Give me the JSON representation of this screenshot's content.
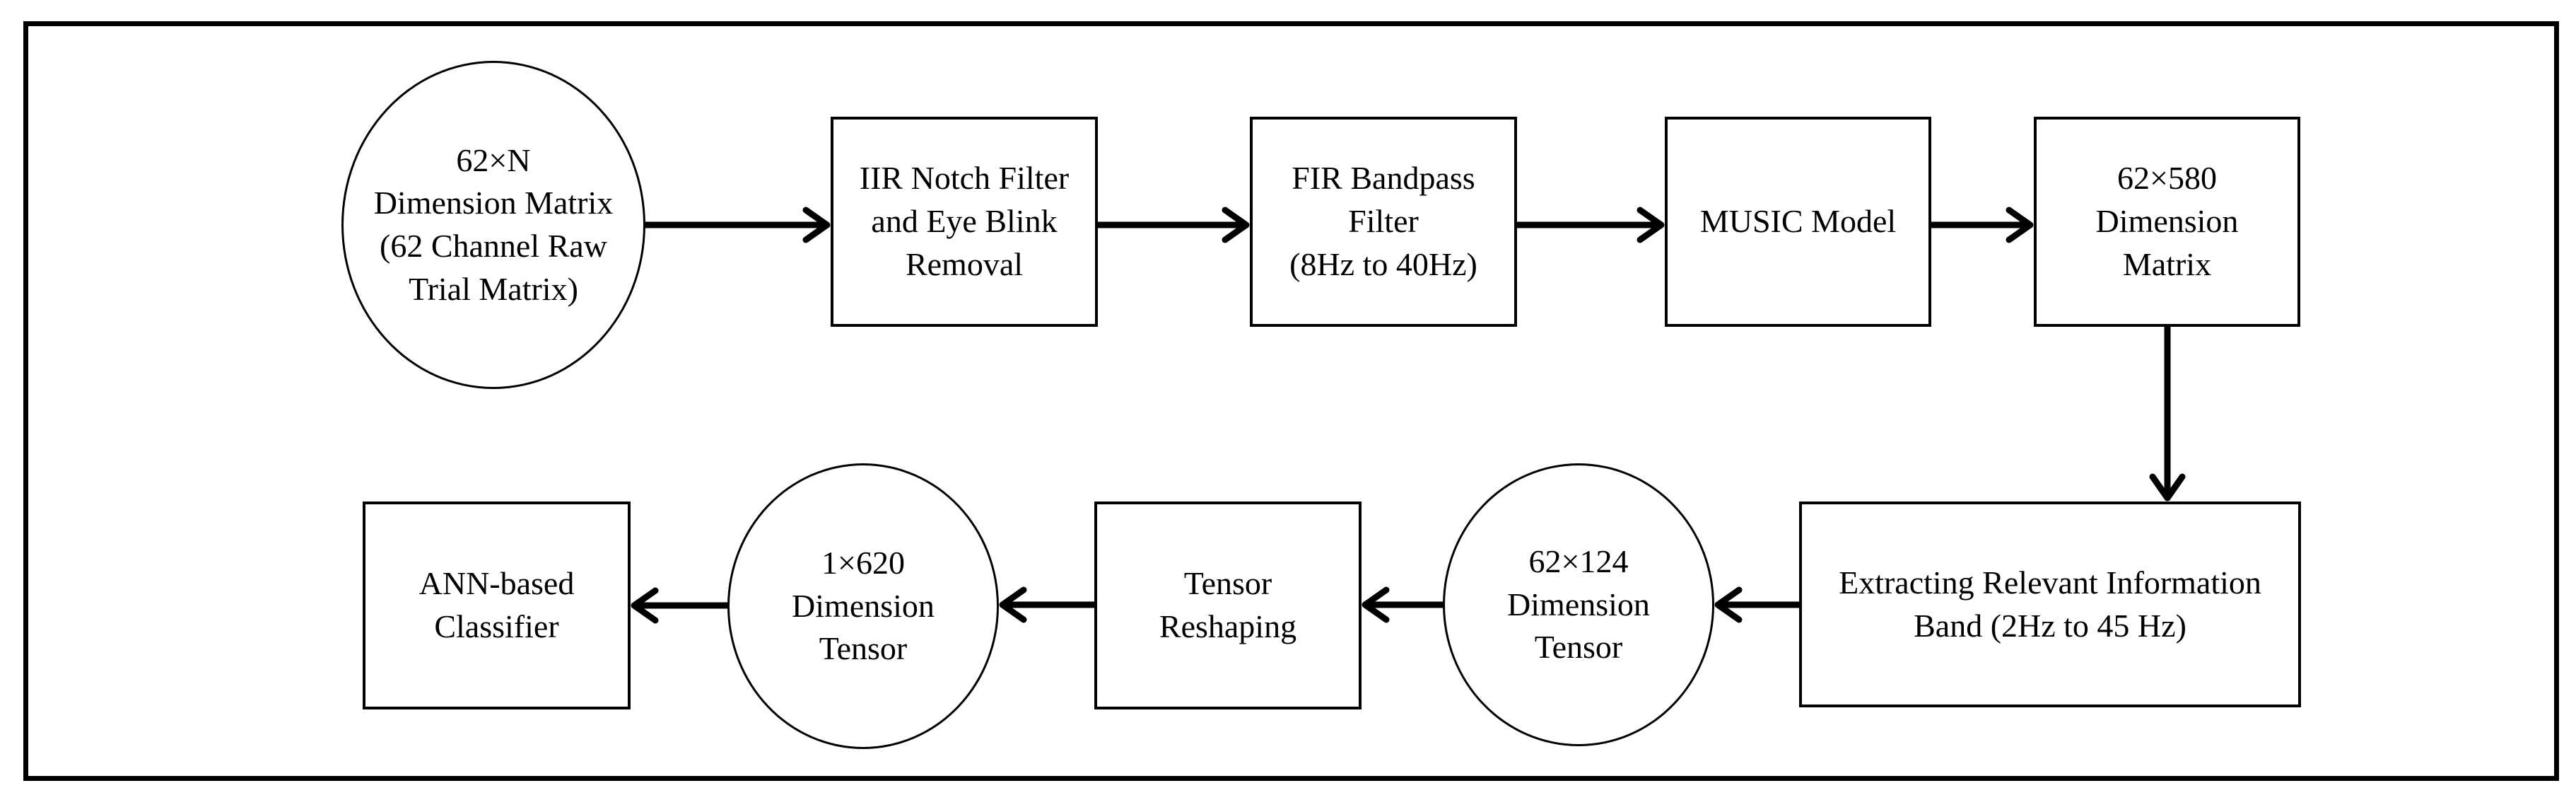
{
  "page": {
    "background_color": "#ffffff",
    "frame_color": "#000000"
  },
  "diagram": {
    "type": "flowchart",
    "colors": {
      "stroke": "#000000",
      "node_fill": "#ffffff",
      "text": "#000000"
    },
    "nodes": [
      {
        "id": "raw-trial-matrix",
        "shape": "ellipse",
        "label": "62×N\nDimension Matrix\n(62 Channel Raw\nTrial Matrix)"
      },
      {
        "id": "iir-notch-filter",
        "shape": "rectangle",
        "label": "IIR Notch Filter\nand Eye Blink\nRemoval"
      },
      {
        "id": "fir-bandpass-filter",
        "shape": "rectangle",
        "label": "FIR Bandpass\nFilter\n(8Hz to 40Hz)"
      },
      {
        "id": "music-model",
        "shape": "rectangle",
        "label": "MUSIC Model"
      },
      {
        "id": "matrix-62x580",
        "shape": "rectangle",
        "label": "62×580\nDimension\nMatrix"
      },
      {
        "id": "extract-band",
        "shape": "rectangle",
        "label": "Extracting Relevant Information\nBand (2Hz to 45 Hz)"
      },
      {
        "id": "tensor-62x124",
        "shape": "ellipse",
        "label": "62×124\nDimension\nTensor"
      },
      {
        "id": "tensor-reshaping",
        "shape": "rectangle",
        "label": "Tensor\nReshaping"
      },
      {
        "id": "tensor-1x620",
        "shape": "ellipse",
        "label": "1×620\nDimension\nTensor"
      },
      {
        "id": "ann-classifier",
        "shape": "rectangle",
        "label": "ANN-based\nClassifier"
      }
    ],
    "edges": [
      {
        "from": "raw-trial-matrix",
        "to": "iir-notch-filter",
        "direction": "right"
      },
      {
        "from": "iir-notch-filter",
        "to": "fir-bandpass-filter",
        "direction": "right"
      },
      {
        "from": "fir-bandpass-filter",
        "to": "music-model",
        "direction": "right"
      },
      {
        "from": "music-model",
        "to": "matrix-62x580",
        "direction": "right"
      },
      {
        "from": "matrix-62x580",
        "to": "extract-band",
        "direction": "down"
      },
      {
        "from": "extract-band",
        "to": "tensor-62x124",
        "direction": "left"
      },
      {
        "from": "tensor-62x124",
        "to": "tensor-reshaping",
        "direction": "left"
      },
      {
        "from": "tensor-reshaping",
        "to": "tensor-1x620",
        "direction": "left"
      },
      {
        "from": "tensor-1x620",
        "to": "ann-classifier",
        "direction": "left"
      }
    ]
  }
}
